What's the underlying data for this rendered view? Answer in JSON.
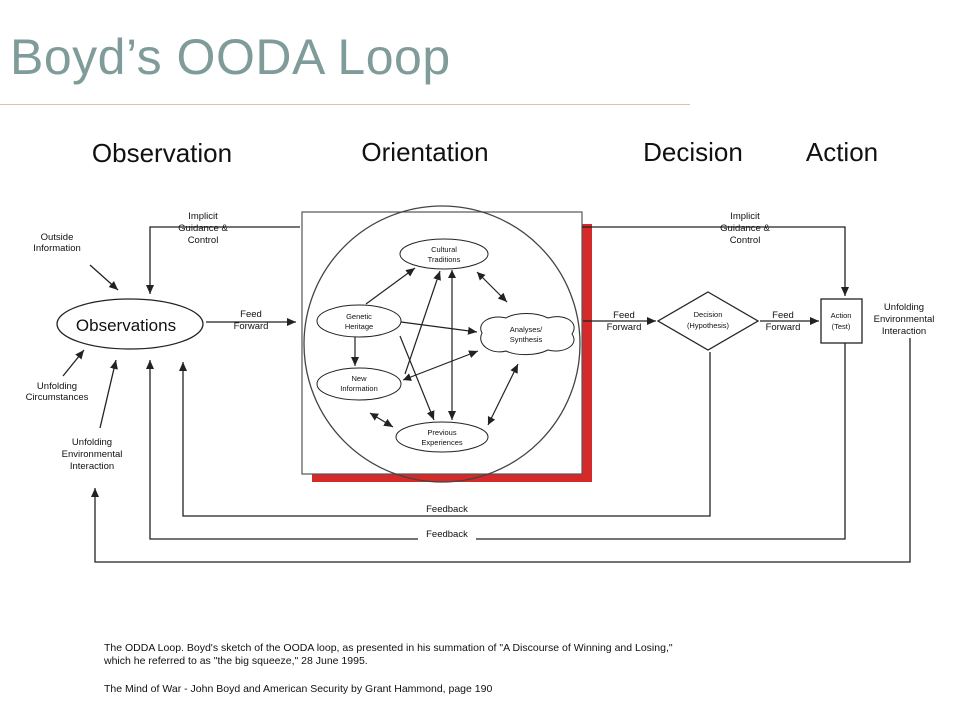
{
  "title": "Boyd’s OODA Loop",
  "stages": {
    "observation": "Observation",
    "orientation": "Orientation",
    "decision": "Decision",
    "action": "Action"
  },
  "nodes": {
    "observations": "Observations",
    "genetic_heritage": [
      "Genetic",
      "Heritage"
    ],
    "cultural_traditions": [
      "Cultural",
      "Traditions"
    ],
    "analyses_synthesis": [
      "Analyses/",
      "Synthesis"
    ],
    "new_information": [
      "New",
      "Information"
    ],
    "previous_experiences": [
      "Previous",
      "Experiences"
    ],
    "decision": [
      "Decision",
      "(Hypothesis)"
    ],
    "action": [
      "Action",
      "(Test)"
    ]
  },
  "labels": {
    "outside_information": [
      "Outside",
      "Information"
    ],
    "unfolding_circumstances": [
      "Unfolding",
      "Circumstances"
    ],
    "unfolding_env_left": [
      "Unfolding",
      "Environmental",
      "Interaction"
    ],
    "implicit_left": [
      "Implicit",
      "Guidance &",
      "Control"
    ],
    "implicit_right": [
      "Implicit",
      "Guidance &",
      "Control"
    ],
    "feed_forward_1": [
      "Feed",
      "Forward"
    ],
    "feed_forward_2": [
      "Feed",
      "Forward"
    ],
    "feed_forward_3": [
      "Feed",
      "Forward"
    ],
    "unfolding_env_right": [
      "Unfolding",
      "Environmental",
      "Interaction"
    ],
    "feedback_1": "Feedback",
    "feedback_2": "Feedback"
  },
  "caption": {
    "line1": "The ODDA Loop.  Boyd's sketch of the OODA loop, as presented in his summation of \"A Discourse of Winning and Losing,\"",
    "line2": "which he referred to as \"the big squeeze,\" 28 June 1995.",
    "source": "The Mind of War - John Boyd and American Security by Grant Hammond, page 190"
  },
  "colors": {
    "title": "#7f9c9a",
    "shadow": "#d42a2a",
    "rule": "#d7c3b0"
  }
}
